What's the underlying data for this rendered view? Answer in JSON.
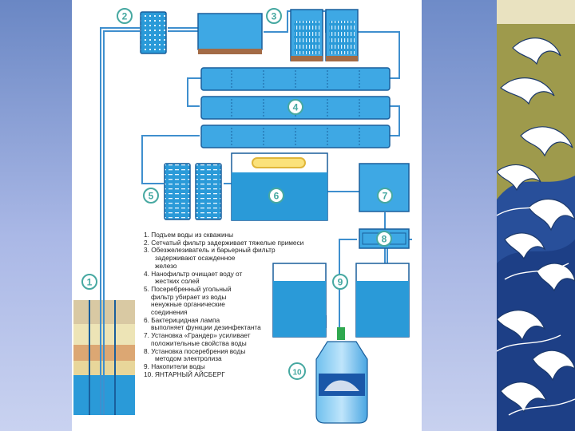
{
  "diagram": {
    "callouts": [
      "1",
      "2",
      "3",
      "4",
      "5",
      "6",
      "7",
      "8",
      "9",
      "10"
    ],
    "legend_lines": [
      "1. Подъем воды из скважины",
      "2. Сетчатый фильтр задерживает тяжелые примеси",
      "3. Обезжелезиватель и барьерный фильтр",
      "задерживают осажденное",
      "железо",
      "4. Нанофильтр очищает воду от",
      "жестких солей",
      "5. Посеребренный угольный",
      "фильтр убирает из воды",
      "ненужные органические",
      "соединения",
      "6. Бактерицидная лампа",
      "выполняет функции дезинфектанта",
      "7. Установка «Грандер» усиливает",
      "положительные свойства воды",
      "8. Установка посеребрения воды",
      "методом электролиза",
      "9. Накопители воды",
      "10. ЯНТАРНЫЙ АЙСБЕРГ"
    ]
  },
  "colors": {
    "water": "#2a9ad8",
    "water_light": "#68c2ee",
    "pipe": "#3f8fce",
    "outline": "#1a5f9c",
    "callout": "#46a8a1",
    "sediment": "#a36b46",
    "ground_sand": "#e9d79c",
    "ground_clay": "#d8b078"
  }
}
